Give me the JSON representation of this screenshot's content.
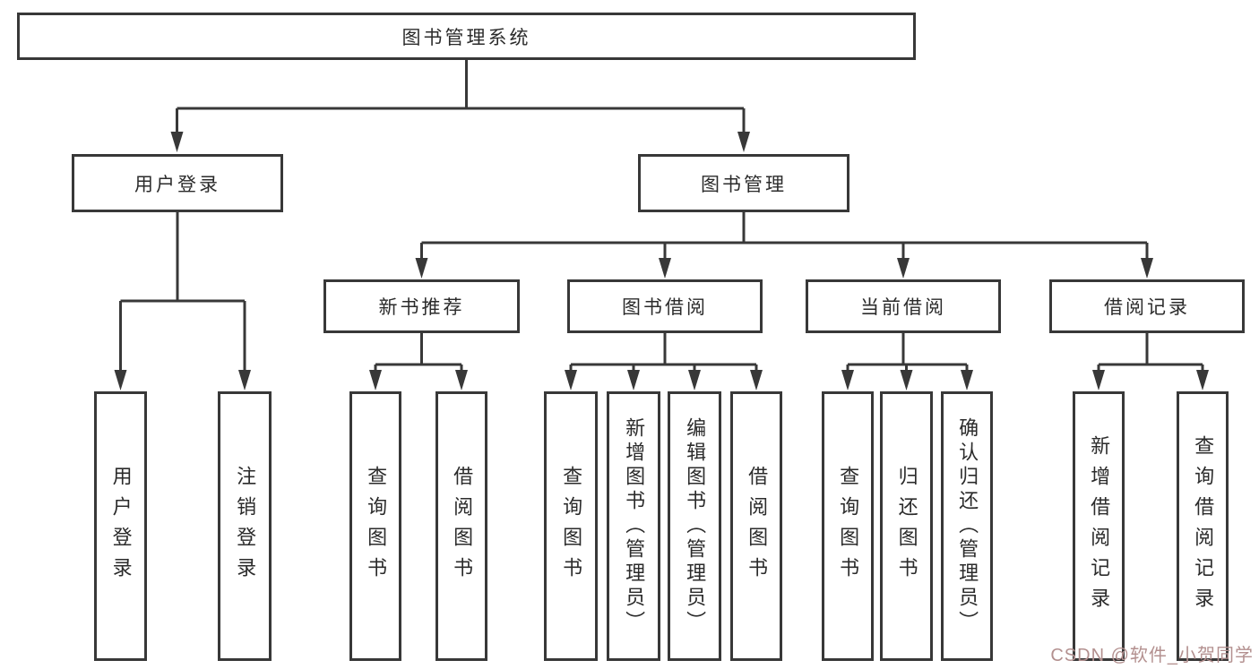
{
  "tree": {
    "root": "图书管理系统",
    "branches": [
      {
        "label": "用户登录",
        "leaves": [
          "用户登录",
          "注销登录"
        ]
      },
      {
        "label": "图书管理",
        "groups": [
          {
            "label": "新书推荐",
            "leaves": [
              "查询图书",
              "借阅图书"
            ]
          },
          {
            "label": "图书借阅",
            "leaves": [
              "查询图书",
              "新增图书（管理员）",
              "编辑图书（管理员）",
              "借阅图书"
            ]
          },
          {
            "label": "当前借阅",
            "leaves": [
              "查询图书",
              "归还图书",
              "确认归还（管理员）"
            ]
          },
          {
            "label": "借阅记录",
            "leaves": [
              "新增借阅记录",
              "查询借阅记录"
            ]
          }
        ]
      }
    ]
  },
  "watermark": {
    "text": "CSDN @软件_小贺同学",
    "color": "#b3908f"
  },
  "colors": {
    "line": "#383838",
    "text": "#2b2b2b",
    "background": "#ffffff"
  }
}
